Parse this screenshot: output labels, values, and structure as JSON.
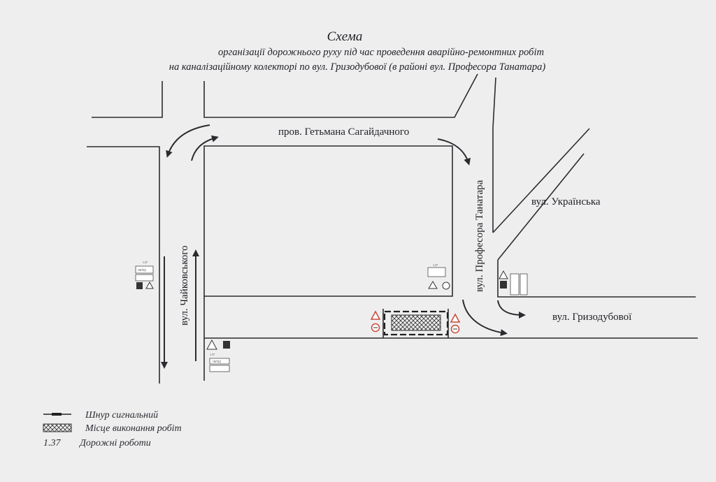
{
  "header": {
    "title": "Схема",
    "line1": "організації дорожнього руху під час проведення аварійно-ремонтних робіт",
    "line2": "на каналізаційному колекторі по вул. Гризодубової (в районі вул. Професора Танатара)"
  },
  "streets": {
    "hetman": "пров. Гетьмана Сагайдачного",
    "tchaikovsky": "вул. Чайковського",
    "tanatara": "вул. Професора Танатара",
    "ukrainska": "вул. Українська",
    "hryzodubova": "вул. Гризодубової"
  },
  "signs": {
    "code": "1.37",
    "plate_text": "ОБ'ЇЗД"
  },
  "legend": {
    "items": [
      {
        "key": "",
        "label": "Шнур сигнальний"
      },
      {
        "key": "",
        "label": "Місце виконання робіт"
      },
      {
        "key": "1.37",
        "label": "Дорожні роботи"
      }
    ]
  },
  "colors": {
    "background": "#efeeef",
    "ink": "#2b2b2f",
    "sign_red": "#c84a3a"
  }
}
